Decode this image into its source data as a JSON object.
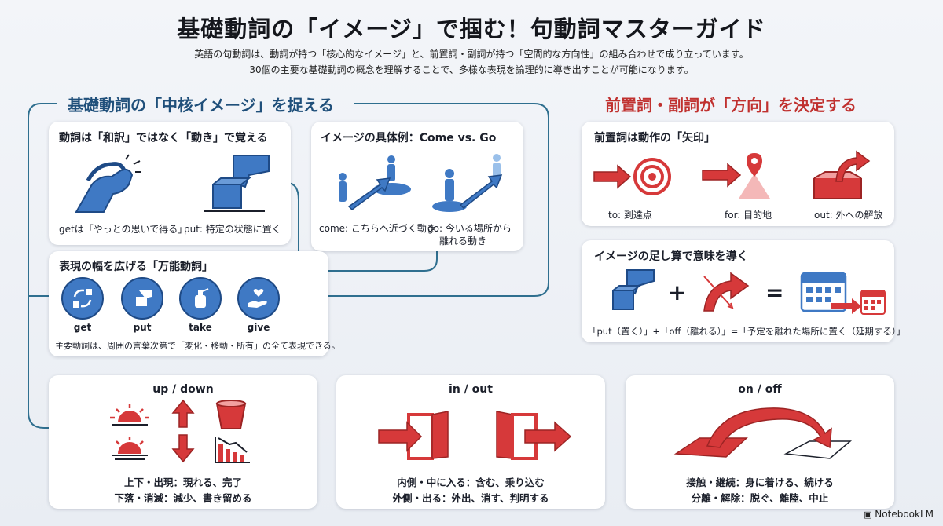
{
  "title": "基礎動詞の「イメージ」で掴む！句動詞マスターガイド",
  "subtitle_1": "英語の句動詞は、動詞が持つ「核心的なイメージ」と、前置詞・副詞が持つ「空間的な方向性」の組み合わせで成り立っています。",
  "subtitle_2": "30個の主要な基礎動詞の概念を理解することで、多様な表現を論理的に導き出すことが可能になります。",
  "left_section": {
    "title": "基礎動詞の「中核イメージ」を捉える",
    "card_move": {
      "title": "動詞は「和訳」ではなく「動き」で覚える",
      "get_caption": "getは「やっとの思いで得る」",
      "put_caption": "put: 特定の状態に置く"
    },
    "card_come_go": {
      "title": "イメージの具体例：Come vs. Go",
      "come_caption": "come: こちらへ近づく動き",
      "go_caption_1": "go: 今いる場所から",
      "go_caption_2": "離れる動き"
    },
    "card_versatile": {
      "title": "表現の幅を広げる「万能動詞」",
      "verbs": [
        "get",
        "put",
        "take",
        "give"
      ],
      "note": "主要動詞は、周囲の言葉次第で「変化・移動・所有」の全て表現できる。"
    }
  },
  "right_section": {
    "title": "前置詞・副詞が「方向」を決定する",
    "card_arrow": {
      "title": "前置詞は動作の「矢印」",
      "to_caption": "to: 到達点",
      "for_caption": "for: 目的地",
      "out_caption": "out: 外への解放"
    },
    "card_sum": {
      "title": "イメージの足し算で意味を導く",
      "plus": "+",
      "equals": "=",
      "formula": "「put（置く）」+「off（離れる）」=「予定を離れた場所に置く（延期する）」"
    }
  },
  "bottom_cards": [
    {
      "title": "up / down",
      "line1": "上下・出現：現れる、完了",
      "line2": "下落・消滅：減少、書き留める"
    },
    {
      "title": "in / out",
      "line1": "内側・中に入る：含む、乗り込む",
      "line2": "外側・出る：外出、消す、判明する"
    },
    {
      "title": "on / off",
      "line1": "接触・継続：身に着ける、続ける",
      "line2": "分離・解除：脱ぐ、離陸、中止"
    }
  ],
  "logo": "NotebookLM",
  "colors": {
    "blue": "#3f79c4",
    "dark_blue": "#1f4f7a",
    "red": "#d6393a",
    "line": "#2f6f8f"
  }
}
